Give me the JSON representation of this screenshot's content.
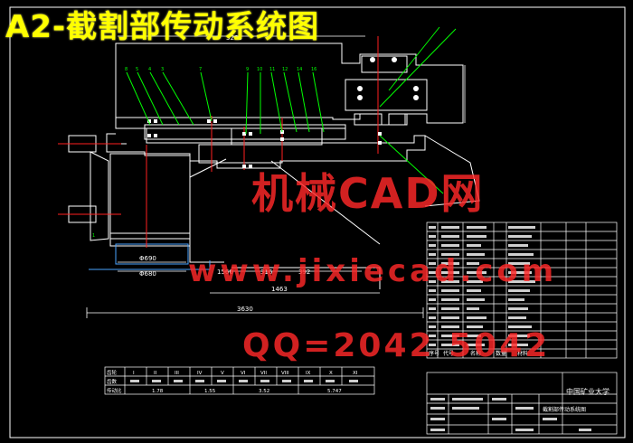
{
  "title": "A2-截割部传动系统图",
  "watermark": {
    "brand": "机械CAD网",
    "url": "www.jixiecad.com",
    "qq": "QQ=2042 5042"
  },
  "drawing": {
    "dimensions": [
      "Φ690",
      "Φ680",
      "1560",
      "316",
      "392",
      "1463",
      "3630",
      "3263"
    ],
    "part_numbers": [
      "8",
      "5",
      "4",
      "3",
      "7",
      "9",
      "10",
      "11",
      "12",
      "14",
      "16",
      "1"
    ],
    "parts_list_footer": [
      "序号",
      "代号",
      "名称",
      "数量",
      "材料"
    ],
    "institution": "中国矿业大学",
    "drawing_name": "截割部传动系统图",
    "gear_table": {
      "headers": [
        "齿轮",
        "I",
        "II",
        "III",
        "IV",
        "V",
        "VI",
        "VII",
        "VIII",
        "IX",
        "X",
        "XI"
      ],
      "row2_label": "齿数",
      "row3_label": "传动比",
      "ratios": [
        "1.78",
        "1.55",
        "3.52",
        "5.747"
      ]
    }
  },
  "colors": {
    "background": "#000000",
    "line_white": "#ffffff",
    "line_green": "#00ff00",
    "line_red": "#ff2020",
    "line_blue": "#4aa3ff",
    "title_yellow": "#ffff00"
  }
}
